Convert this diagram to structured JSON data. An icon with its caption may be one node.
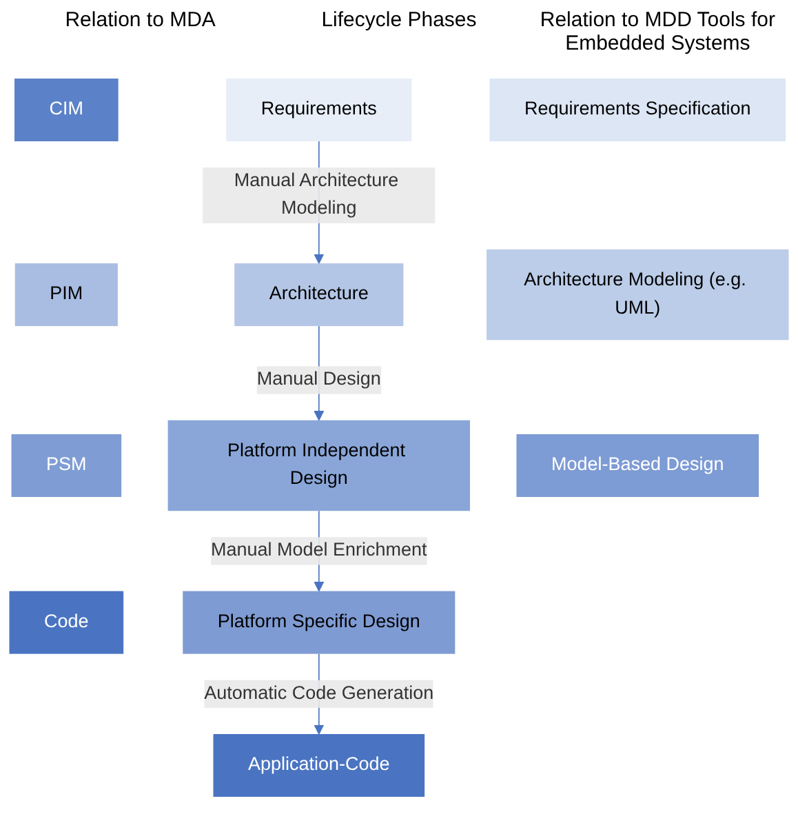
{
  "diagram": {
    "nodes": [
      {
        "text": [
          "CIM"
        ]
      },
      {
        "text": [
          "PIM"
        ]
      },
      {
        "text": [
          "PSM"
        ]
      },
      {
        "text": [
          "Code"
        ]
      },
      {
        "text": [
          "Requirements"
        ]
      },
      {
        "text": [
          "Architecture"
        ]
      },
      {
        "text": [
          "Platform Independent Design"
        ]
      },
      {
        "text": [
          "Platform Specific Design"
        ]
      },
      {
        "text": [
          "Application-Code"
        ]
      },
      {
        "text": [
          "Requirements Specification"
        ]
      },
      {
        "text": [
          "Architecture Modeling (e.g. UML)"
        ]
      },
      {
        "text": [
          "Model-Based Design"
        ]
      }
    ],
    "edges": [
      {
        "from": 4,
        "to": 5,
        "arrow": "to",
        "label": "Manual Architecture Modeling"
      },
      {
        "from": 5,
        "to": 6,
        "arrow": "to",
        "label": "Manual Design"
      },
      {
        "from": 6,
        "to": 7,
        "arrow": "to",
        "label": "Manual Model Enrichment"
      },
      {
        "from": 7,
        "to": 8,
        "arrow": "to",
        "label": "Automatic Code Generation"
      }
    ],
    "labels": [
      "Relation to MDA",
      "Lifecycle Phases",
      "Relation to MDD Tools for Embedded Systems"
    ]
  }
}
